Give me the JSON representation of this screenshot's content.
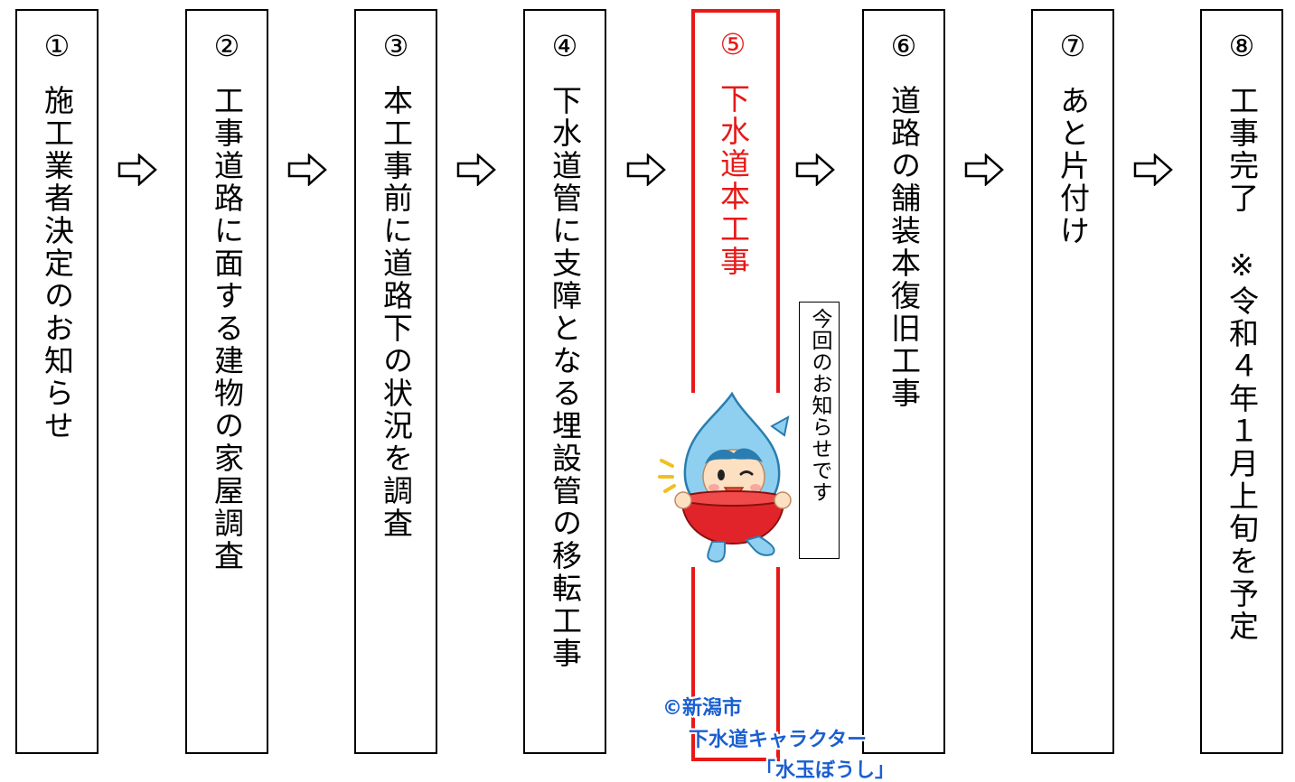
{
  "steps": [
    {
      "num": "①",
      "label": "施工業者決定のお知らせ"
    },
    {
      "num": "②",
      "label": "工事道路に面する建物の家屋調査"
    },
    {
      "num": "③",
      "label": "本工事前に道路下の状況を調査"
    },
    {
      "num": "④",
      "label": "下水道管に支障となる埋設管の移転工事"
    },
    {
      "num": "⑤",
      "label": "下水道本工事"
    },
    {
      "num": "⑥",
      "label": "道路の舗装本復旧工事"
    },
    {
      "num": "⑦",
      "label": "あと片付け"
    },
    {
      "num": "⑧",
      "label": "工事完了　※令和４年１月上旬を予定"
    }
  ],
  "arrow_symbol": "⇨",
  "current_step_note": "今回のお知らせです",
  "mascot_credit": {
    "line1": "©新潟市",
    "line2": "下水道キャラクター",
    "line3": "「水玉ぼうし」"
  },
  "colors": {
    "highlight": "#e81818",
    "credit": "#1a5fd0",
    "mascot_blue": "#8fd0f0",
    "mascot_red": "#e0242a"
  },
  "icons": {
    "arrow": "hollow-right-arrow-icon",
    "mascot": "mizutama-boushi-mascot"
  }
}
